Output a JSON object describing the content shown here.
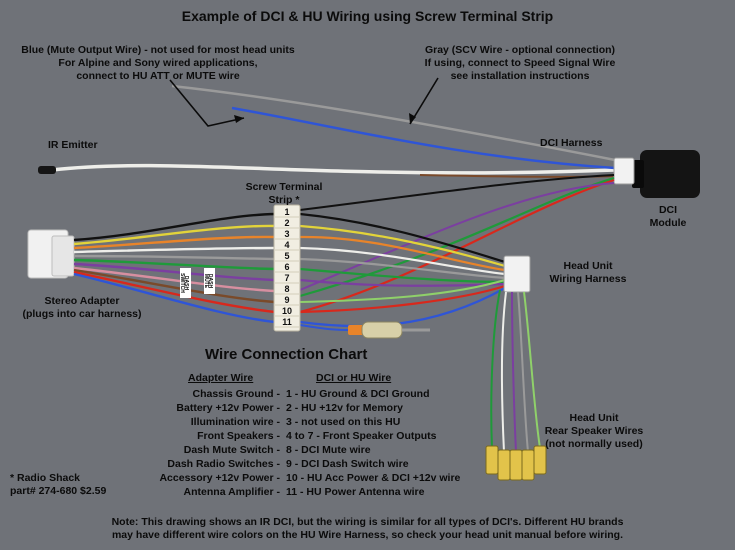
{
  "title": "Example of DCI & HU Wiring using Screw Terminal Strip",
  "labels": {
    "blue_wire": [
      "Blue (Mute Output Wire) - not used for most head units",
      "For Alpine and Sony wired applications,",
      "connect to HU ATT or MUTE wire"
    ],
    "gray_wire": [
      "Gray (SCV Wire - optional connection)",
      "If using, connect to Speed Signal Wire",
      "see installation instructions"
    ],
    "ir_emitter": "IR Emitter",
    "dci_harness": "DCI Harness",
    "dci_module": [
      "DCI",
      "Module"
    ],
    "screw_terminal": [
      "Screw Terminal",
      "Strip *"
    ],
    "head_unit_harness": [
      "Head Unit",
      "Wiring Harness"
    ],
    "stereo_adapter": [
      "Stereo Adapter",
      "(plugs into car harness)"
    ],
    "rear_speaker": [
      "Head Unit",
      "Rear Speaker Wires",
      "(not normally used)"
    ],
    "radio_shack": [
      "* Radio Shack",
      "part# 274-680 $2.59"
    ],
    "tag_dash_mute": [
      "DASH",
      "MUTE"
    ],
    "tag_dash_switch": [
      "DASH",
      "SWITCH"
    ]
  },
  "terminals": [
    "1",
    "2",
    "3",
    "4",
    "5",
    "6",
    "7",
    "8",
    "9",
    "10",
    "11"
  ],
  "chart": {
    "title": "Wire Connection Chart",
    "col_left": "Adapter Wire",
    "col_right": "DCI or HU Wire",
    "rows": [
      {
        "left": "Chassis Ground -",
        "right": "1 - HU Ground & DCI Ground"
      },
      {
        "left": "Battery +12v Power -",
        "right": "2 - HU +12v for Memory"
      },
      {
        "left": "Illumination wire -",
        "right": "3 - not used on this HU"
      },
      {
        "left": "Front Speakers -",
        "right": "4 to 7 - Front Speaker Outputs"
      },
      {
        "left": "Dash Mute Switch -",
        "right": "8 - DCI Mute wire"
      },
      {
        "left": "Dash Radio Switches -",
        "right": "9 - DCI Dash Switch wire"
      },
      {
        "left": "Accessory +12v Power -",
        "right": "10 - HU Acc Power & DCI +12v wire"
      },
      {
        "left": "Antenna Amplifier -",
        "right": "11 - HU Power Antenna wire"
      }
    ]
  },
  "note": [
    "Note: This drawing shows an IR DCI, but the wiring is similar for all types of DCI's.  Different HU brands",
    "may have different wire colors on the HU Wire Harness, so check your head unit manual before wiring."
  ],
  "wire_colors": {
    "black": "#111111",
    "red": "#d8281c",
    "yellow": "#e2d33a",
    "orange": "#e8842a",
    "purple": "#7b3fa0",
    "green": "#1f9a3a",
    "white": "#eeeeea",
    "gray": "#9a9a9a",
    "blue": "#2f55d6",
    "brown": "#7a4a2a",
    "pink": "#d78fa0",
    "lightgreen": "#8fd06a"
  }
}
